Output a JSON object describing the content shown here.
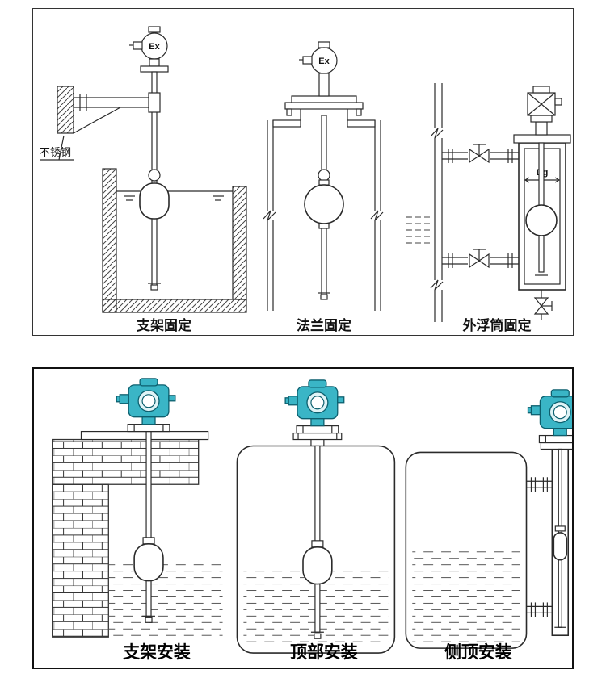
{
  "colors": {
    "teal": "#3ab5c6",
    "teal_dark": "#0c5f6e",
    "line": "#2a2a2a"
  },
  "top_panel": {
    "ex_label": "Ex",
    "dg_label": "Dg",
    "stainless_label": "不锈钢",
    "captions": [
      {
        "label": "支架固定"
      },
      {
        "label": "法兰固定"
      },
      {
        "label": "外浮筒固定"
      }
    ]
  },
  "bottom_panel": {
    "captions": [
      {
        "label": "支架安装"
      },
      {
        "label": "顶部安装"
      },
      {
        "label": "侧顶安装"
      }
    ]
  }
}
